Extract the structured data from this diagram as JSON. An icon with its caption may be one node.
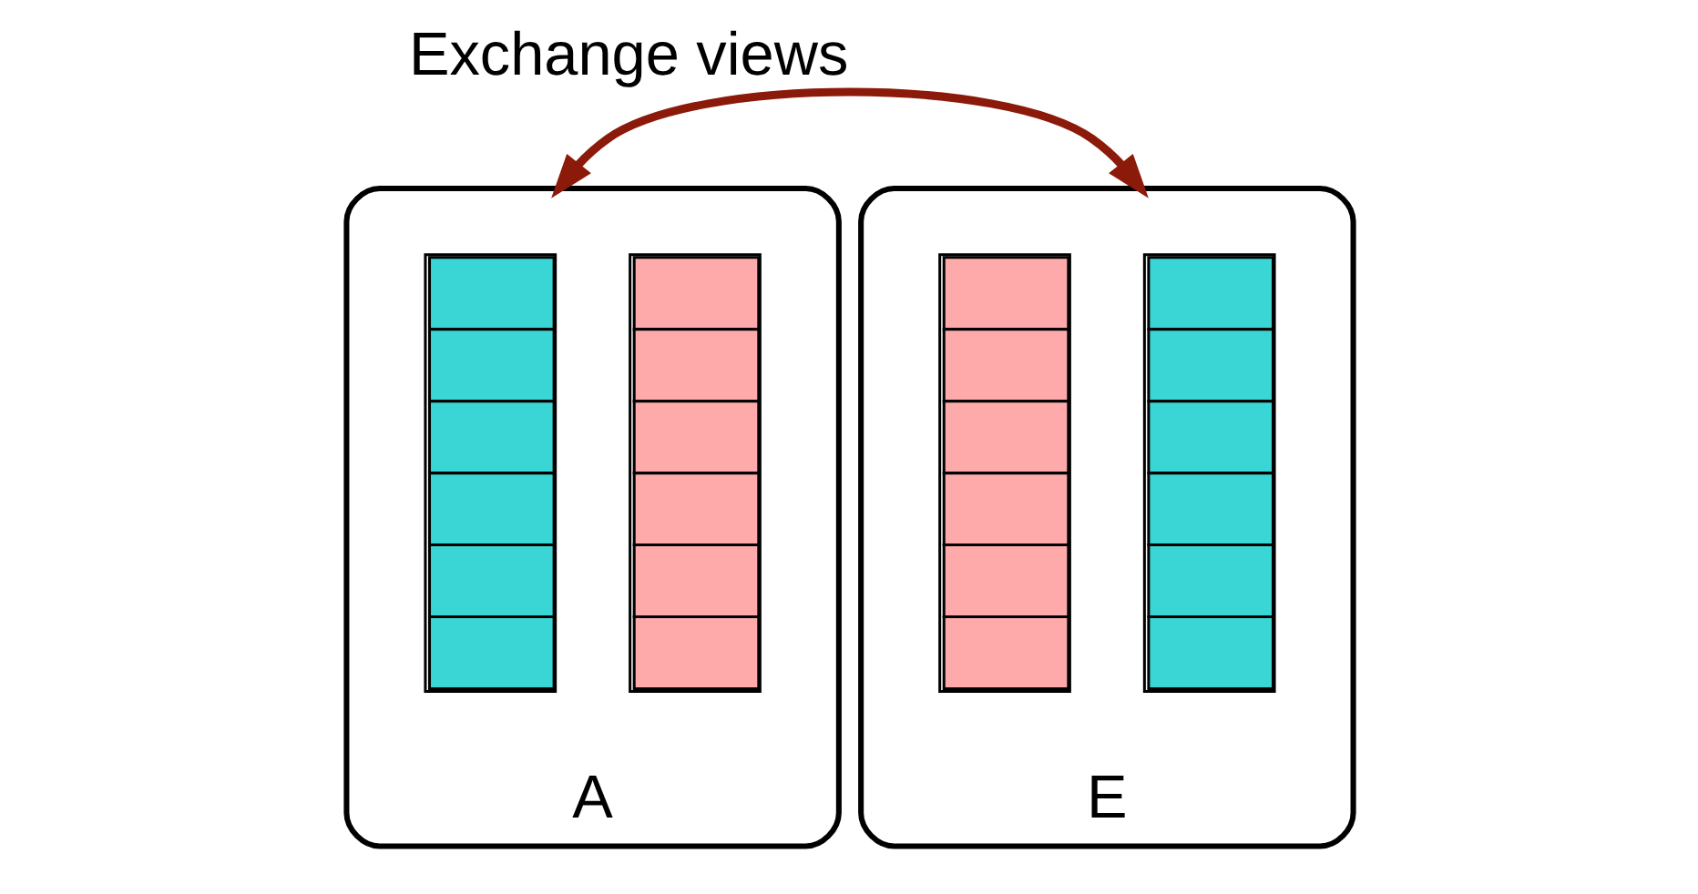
{
  "diagram": {
    "nodes": [
      {
        "text": [
          "A"
        ]
      },
      {
        "text": [],
        "shape": "box",
        "in": 0
      },
      {
        "text": [],
        "shape": "box",
        "in": 0
      },
      {
        "text": [
          "E"
        ]
      },
      {
        "text": [],
        "shape": "box",
        "in": 3
      },
      {
        "text": [],
        "shape": "box",
        "in": 3
      }
    ],
    "edges": [
      {
        "from": 0,
        "to": 3,
        "arrow": "both",
        "label": "Exchange views",
        "color": "#8b1a0a"
      }
    ]
  }
}
